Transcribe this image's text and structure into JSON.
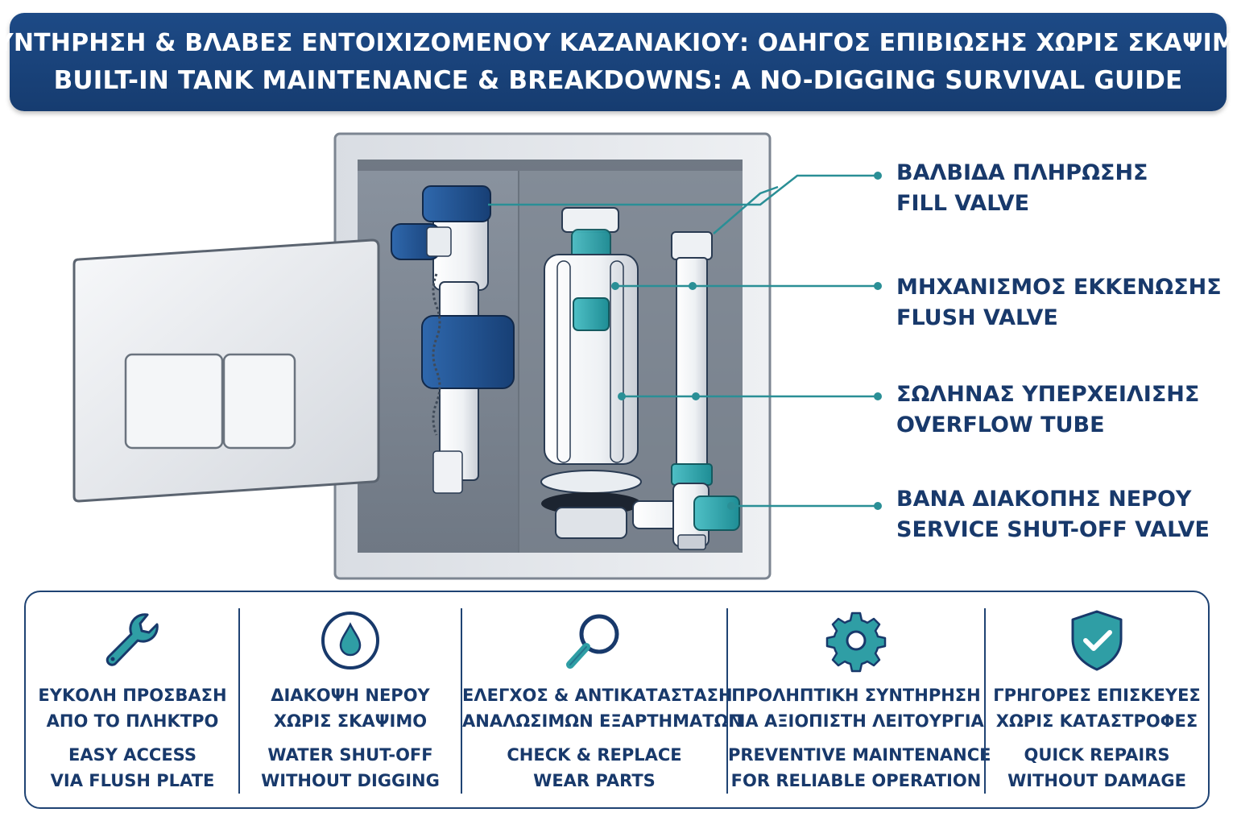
{
  "title": {
    "greek": "ΣΥΝΤΗΡΗΣΗ & ΒΛΑΒΕΣ ΕΝΤΟΙΧΙΖΟΜΕΝΟΥ ΚΑΖΑΝΑΚΙΟΥ: ΟΔΗΓΟΣ ΕΠΙΒΙΩΣΗΣ ΧΩΡΙΣ ΣΚΑΨΙΜΟ",
    "english": "BUILT-IN TANK MAINTENANCE & BREAKDOWNS: A NO-DIGGING SURVIVAL GUIDE"
  },
  "callouts": [
    {
      "greek": "ΒΑΛΒΙΔΑ ΠΛΗΡΩΣΗΣ",
      "english": "FILL VALVE"
    },
    {
      "greek": "ΜΗΧΑΝΙΣΜΟΣ ΕΚΚΕΝΩΣΗΣ",
      "english": "FLUSH VALVE"
    },
    {
      "greek": "ΣΩΛΗΝΑΣ ΥΠΕΡΧΕΙΛΙΣΗΣ",
      "english": "OVERFLOW TUBE"
    },
    {
      "greek": "ΒΑΝΑ ΔΙΑΚΟΠΗΣ ΝΕΡΟΥ",
      "english": "SERVICE SHUT-OFF VALVE"
    }
  ],
  "features": [
    {
      "icon": "wrench-icon",
      "greek_1": "ΕΥΚΟΛΗ ΠΡΟΣΒΑΣΗ",
      "greek_2": "ΑΠΟ ΤΟ ΠΛΗΚΤΡΟ",
      "english_1": "EASY ACCESS",
      "english_2": "VIA FLUSH PLATE"
    },
    {
      "icon": "water-drop-icon",
      "greek_1": "ΔΙΑΚΟΨΗ ΝΕΡΟΥ",
      "greek_2": "ΧΩΡΙΣ ΣΚΑΨΙΜΟ",
      "english_1": "WATER SHUT-OFF",
      "english_2": "WITHOUT DIGGING"
    },
    {
      "icon": "magnifier-icon",
      "greek_1": "ΕΛΕΓΧΟΣ & ΑΝΤΙΚΑΤΑΣΤΑΣΗ",
      "greek_2": "ΑΝΑΛΩΣΙΜΩΝ ΕΞΑΡΤΗΜΑΤΩΝ",
      "english_1": "CHECK & REPLACE",
      "english_2": "WEAR PARTS"
    },
    {
      "icon": "gear-icon",
      "greek_1": "ΠΡΟΛΗΠΤΙΚΗ ΣΥΝΤΗΡΗΣΗ",
      "greek_2": "ΓΙΑ ΑΞΙΟΠΙΣΤΗ ΛΕΙΤΟΥΡΓΙΑ",
      "english_1": "PREVENTIVE MAINTENANCE",
      "english_2": "FOR RELIABLE OPERATION"
    },
    {
      "icon": "shield-check-icon",
      "greek_1": "ΓΡΗΓΟΡΕΣ ΕΠΙΣΚΕΥΕΣ",
      "greek_2": "ΧΩΡΙΣ ΚΑΤΑΣΤΡΟΦΕΣ",
      "english_1": "QUICK REPAIRS",
      "english_2": "WITHOUT DAMAGE"
    }
  ],
  "colors": {
    "banner": "#163c70",
    "text": "#18396b",
    "accent_teal": "#2a8f96",
    "fill_valve_blue": "#1f4f8f"
  }
}
